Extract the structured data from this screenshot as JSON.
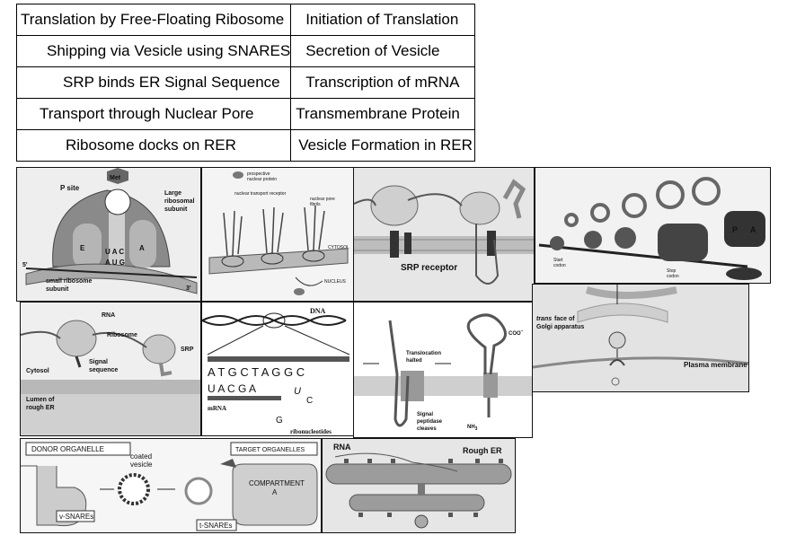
{
  "terms_table": {
    "rows": [
      {
        "left": "Translation by Free-Floating Ribosome",
        "right": "Initiation of Translation"
      },
      {
        "left": "Shipping via Vesicle using SNARES",
        "right": "Secretion of Vesicle"
      },
      {
        "left": "SRP binds ER Signal Sequence",
        "right": "Transcription of mRNA"
      },
      {
        "left": "Transport through Nuclear Pore",
        "right": "Transmembrane Protein"
      },
      {
        "left": "Ribosome docks on RER",
        "right": "Vesicle Formation in RER"
      }
    ]
  },
  "panels": {
    "ribosome": {
      "p_site": "P site",
      "met": "Met",
      "large_subunit": "Large ribosomal subunit",
      "large_1": "Large",
      "large_2": "ribosomal",
      "large_3": "subunit",
      "e_site": "E",
      "a_site": "A",
      "anticodon": "U A C",
      "codon": "A U G",
      "five_prime": "5'",
      "three_prime": "3'",
      "small_1": "small ribosome",
      "small_2": "subunit"
    },
    "nuclear_pore": {
      "prospective_1": "prospective",
      "prospective_2": "nuclear protein",
      "receptor": "nuclear transport receptor",
      "fibrils_1": "nuclear pore",
      "fibrils_2": "fibrils",
      "cytosol": "CYTOSOL",
      "nucleus": "NUCLEUS"
    },
    "srp_receptor": {
      "label": "SRP receptor"
    },
    "translation_cycle": {
      "p": "P",
      "a": "A",
      "start_1": "Start",
      "start_2": "codon",
      "stop_1": "Stop",
      "stop_2": "codon"
    },
    "golgi": {
      "trans_1": "trans",
      "trans_2": "face of",
      "trans_3": "Golgi apparatus",
      "plasma": "Plasma membrane"
    },
    "srp_binding": {
      "rna": "RNA",
      "ribosome": "Ribosome",
      "srp": "SRP",
      "signal_1": "Signal",
      "signal_2": "sequence",
      "cytosol": "Cytosol",
      "lumen_1": "Lumen of",
      "lumen_2": "rough ER"
    },
    "transcription": {
      "dna": "DNA",
      "dna_seq": "A T G C T A G G C",
      "rna_seq": "U A C G A",
      "u": "U",
      "c": "C",
      "g": "G",
      "mrna": "mRNA",
      "ribonucleotides": "ribonucleotides"
    },
    "transmembrane": {
      "halted_1": "Translocation",
      "halted_2": "halted",
      "coo": "COO",
      "coo_sup": "−",
      "nh3": "NH",
      "nh3_sub": "3",
      "signal_1": "Signal",
      "signal_2": "peptidase",
      "signal_3": "cleaves"
    },
    "snares": {
      "donor": "DONOR ORGANELLE",
      "coated_1": "coated",
      "coated_2": "vesicle",
      "target": "TARGET ORGANELLES",
      "compartment_1": "COMPARTMENT",
      "compartment_2": "A",
      "v_snares": "v-SNAREs",
      "t_snares": "t-SNAREs"
    },
    "rough_er": {
      "rna": "RNA",
      "rough_er": "Rough ER"
    }
  }
}
